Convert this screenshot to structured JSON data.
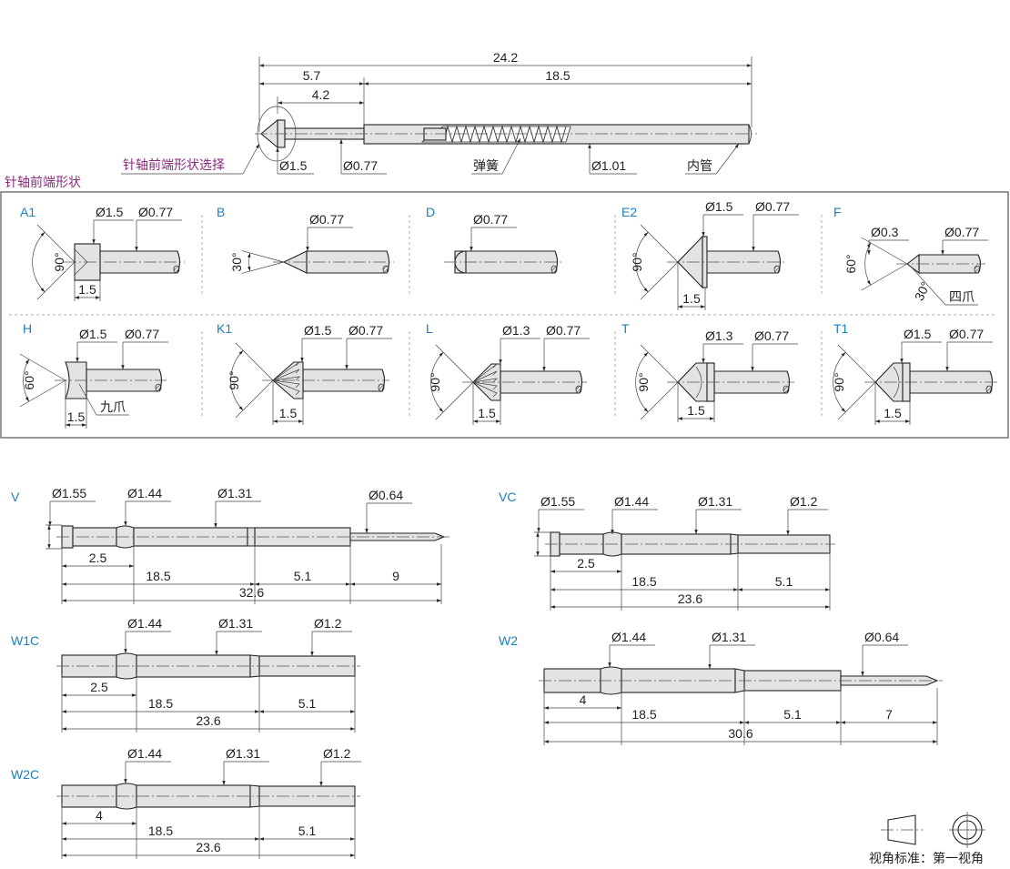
{
  "top": {
    "dims": {
      "overall": "24.2",
      "front": "5.7",
      "plunger": "4.2",
      "tube": "18.5"
    },
    "labels": {
      "tip_select": "针轴前端形状选择",
      "head_dia": "Ø1.5",
      "shaft_dia": "Ø0.77",
      "spring": "弹簧",
      "tube_dia": "Ø1.01",
      "tube": "内管"
    }
  },
  "tip_section_title": "针轴前端形状",
  "tips": [
    {
      "code": "A1",
      "head": "Ø1.5",
      "shaft": "Ø0.77",
      "angle": "90°",
      "length": "1.5"
    },
    {
      "code": "B",
      "shaft": "Ø0.77",
      "angle": "30°"
    },
    {
      "code": "D",
      "shaft": "Ø0.77"
    },
    {
      "code": "E2",
      "head": "Ø1.5",
      "shaft": "Ø0.77",
      "angle": "90°",
      "length": "1.5"
    },
    {
      "code": "F",
      "head": "Ø0.3",
      "shaft": "Ø0.77",
      "angle": "60°",
      "angle2": "30°",
      "note": "四爪"
    },
    {
      "code": "H",
      "head": "Ø1.5",
      "shaft": "Ø0.77",
      "angle": "60°",
      "length": "1.5",
      "note": "九爪"
    },
    {
      "code": "K1",
      "head": "Ø1.5",
      "shaft": "Ø0.77",
      "angle": "90°",
      "length": "1.5"
    },
    {
      "code": "L",
      "head": "Ø1.3",
      "shaft": "Ø0.77",
      "angle": "90°",
      "length": "1.5"
    },
    {
      "code": "T",
      "head": "Ø1.3",
      "shaft": "Ø0.77",
      "angle": "90°",
      "length": "1.5"
    },
    {
      "code": "T1",
      "head": "Ø1.5",
      "shaft": "Ø0.77",
      "angle": "90°",
      "length": "1.5"
    }
  ],
  "plungers": [
    {
      "code": "V",
      "diameters": [
        "Ø1.55",
        "Ø1.44",
        "Ø1.31",
        "Ø0.64"
      ],
      "lengths": [
        "2.5",
        "18.5",
        "5.1",
        "9",
        "32.6"
      ]
    },
    {
      "code": "VC",
      "diameters": [
        "Ø1.55",
        "Ø1.44",
        "Ø1.31",
        "Ø1.2"
      ],
      "lengths": [
        "2.5",
        "18.5",
        "5.1",
        "23.6"
      ]
    },
    {
      "code": "W1C",
      "diameters": [
        "Ø1.44",
        "Ø1.31",
        "Ø1.2"
      ],
      "lengths": [
        "2.5",
        "18.5",
        "5.1",
        "23.6"
      ]
    },
    {
      "code": "W2",
      "diameters": [
        "Ø1.44",
        "Ø1.31",
        "Ø0.64"
      ],
      "lengths": [
        "4",
        "18.5",
        "5.1",
        "7",
        "30.6"
      ]
    },
    {
      "code": "W2C",
      "diameters": [
        "Ø1.44",
        "Ø1.31",
        "Ø1.2"
      ],
      "lengths": [
        "4",
        "18.5",
        "5.1",
        "23.6"
      ]
    }
  ],
  "legend": {
    "label": "视角标准：第一视角"
  },
  "colors": {
    "code": "#1a7fc1",
    "highlight": "#8b2a7f",
    "part_fill": "#e3e3e3"
  }
}
